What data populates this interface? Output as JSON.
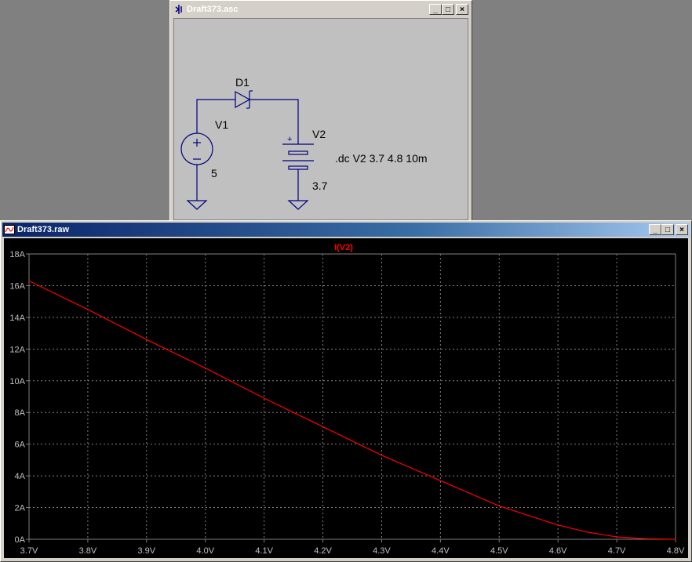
{
  "schematic_window": {
    "title": "Draft373.asc",
    "components": {
      "diode_label": "D1",
      "v1_label": "V1",
      "v1_value": "5",
      "v2_label": "V2",
      "v2_value": "3.7",
      "v2_plus": "+",
      "directive": ".dc V2 3.7 4.8 10m"
    }
  },
  "waveform_window": {
    "title": "Draft373.raw",
    "trace_label": "I(V2)"
  },
  "colors": {
    "trace": "#ff0000",
    "grid": "#808080",
    "wire": "#000080"
  },
  "chart_data": {
    "type": "line",
    "title": "I(V2)",
    "xlabel": "",
    "ylabel": "",
    "xlim": [
      3.7,
      4.8
    ],
    "ylim": [
      0,
      18
    ],
    "x_ticks": [
      "3.7V",
      "3.8V",
      "3.9V",
      "4.0V",
      "4.1V",
      "4.2V",
      "4.3V",
      "4.4V",
      "4.5V",
      "4.6V",
      "4.7V",
      "4.8V"
    ],
    "y_ticks": [
      "0A",
      "2A",
      "4A",
      "6A",
      "8A",
      "10A",
      "12A",
      "14A",
      "16A",
      "18A"
    ],
    "grid": true,
    "series": [
      {
        "name": "I(V2)",
        "x": [
          3.7,
          3.8,
          3.9,
          4.0,
          4.1,
          4.2,
          4.3,
          4.4,
          4.5,
          4.6,
          4.65,
          4.7,
          4.75,
          4.8
        ],
        "y": [
          16.3,
          14.5,
          12.6,
          10.8,
          8.9,
          7.1,
          5.3,
          3.7,
          2.1,
          0.9,
          0.45,
          0.15,
          0.03,
          0.0
        ]
      }
    ]
  }
}
